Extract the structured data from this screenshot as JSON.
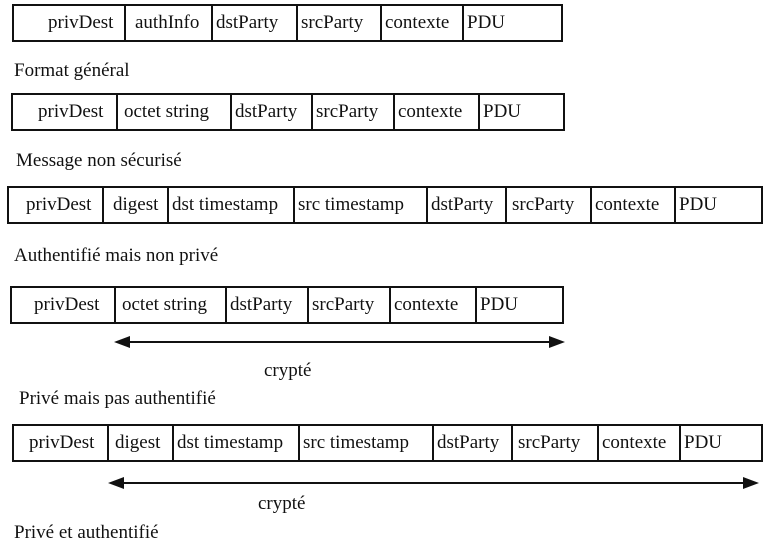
{
  "diagrams": [
    {
      "fields": [
        "privDest",
        "authInfo",
        "dstParty",
        "srcParty",
        "contexte",
        "PDU"
      ],
      "caption": "Format général"
    },
    {
      "fields": [
        "privDest",
        "octet string",
        "dstParty",
        "srcParty",
        "contexte",
        "PDU"
      ],
      "caption": "Message non sécurisé"
    },
    {
      "fields": [
        "privDest",
        "digest",
        "dst timestamp",
        "src timestamp",
        "dstParty",
        "srcParty",
        "contexte",
        "PDU"
      ],
      "caption": "Authentifié mais non privé"
    },
    {
      "fields": [
        "privDest",
        "octet string",
        "dstParty",
        "srcParty",
        "contexte",
        "PDU"
      ],
      "arrow_label": "crypté",
      "caption": "Privé mais pas authentifié"
    },
    {
      "fields": [
        "privDest",
        "digest",
        "dst timestamp",
        "src timestamp",
        "dstParty",
        "srcParty",
        "contexte",
        "PDU"
      ],
      "arrow_label": "crypté",
      "caption": "Privé et authentifié"
    }
  ]
}
